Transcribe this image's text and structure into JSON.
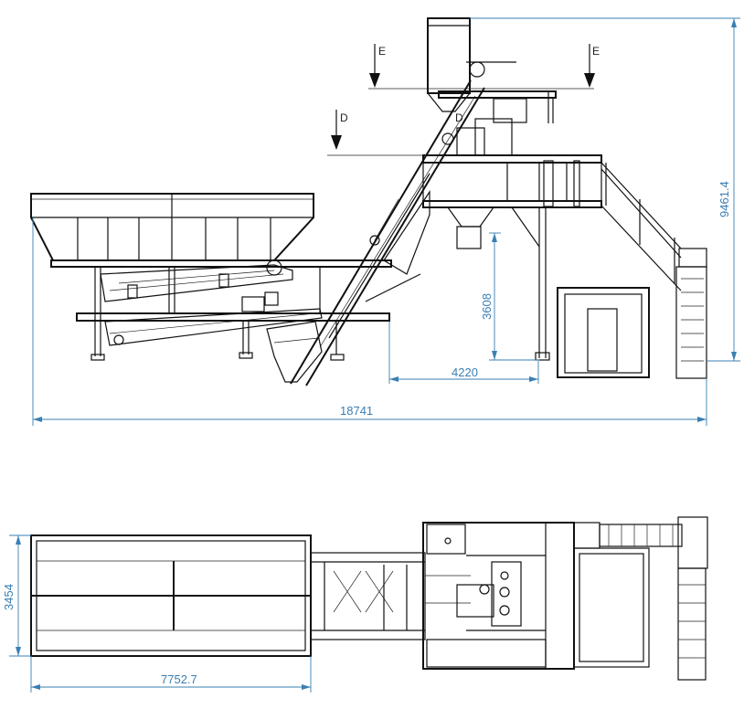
{
  "dimensions": {
    "total_length": "18741",
    "height": "9461.4",
    "discharge_height": "3608",
    "discharge_offset": "4220",
    "bin_width": "3454",
    "bin_length": "7752.7"
  },
  "section_marks": {
    "e_left": "E",
    "e_right": "E",
    "d_left": "D",
    "d_right": "D"
  },
  "colors": {
    "dimension": "#3a7fb3",
    "line": "#111111"
  }
}
